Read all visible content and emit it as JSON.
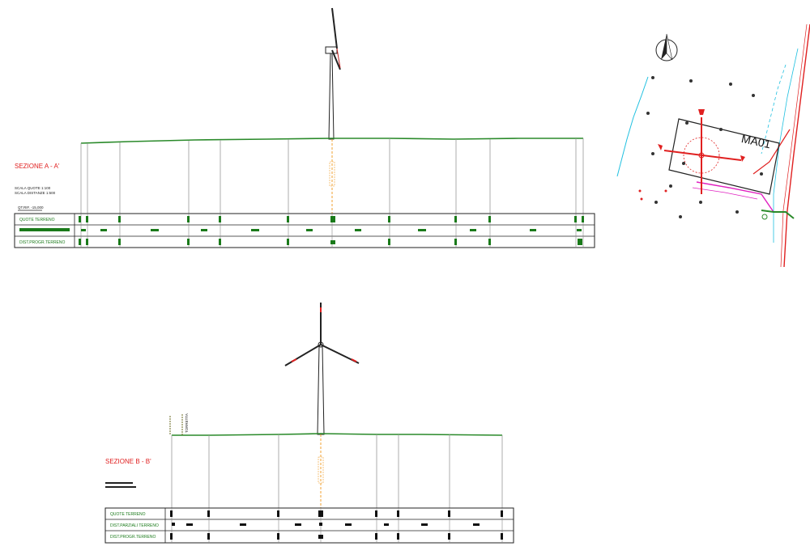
{
  "section_a": {
    "title": "SEZIONE A - A'",
    "scale_heights": "SCALA QUOTE 1:100",
    "scale_distances": "SCALA DISTANZE 1:500",
    "datum": "QT.RIF. -15,000",
    "rows": [
      "QUOTE TERRENO",
      "",
      "DIST.PROGR.TERRENO"
    ]
  },
  "section_b": {
    "title": "SEZIONE B - B'",
    "side_note": "TORRETTA",
    "rows": [
      "QUOTE TERRENO",
      "DIST.PARZIALI TERRENO",
      "DIST.PROGR.TERRENO"
    ]
  },
  "map": {
    "turbine_label": "MA01"
  },
  "colors": {
    "ground_line": "#2a8a2a",
    "label_red": "#e02020",
    "axis_orange": "#f0a030",
    "road_magenta": "#e020c0",
    "water_cyan": "#20c0e0"
  }
}
